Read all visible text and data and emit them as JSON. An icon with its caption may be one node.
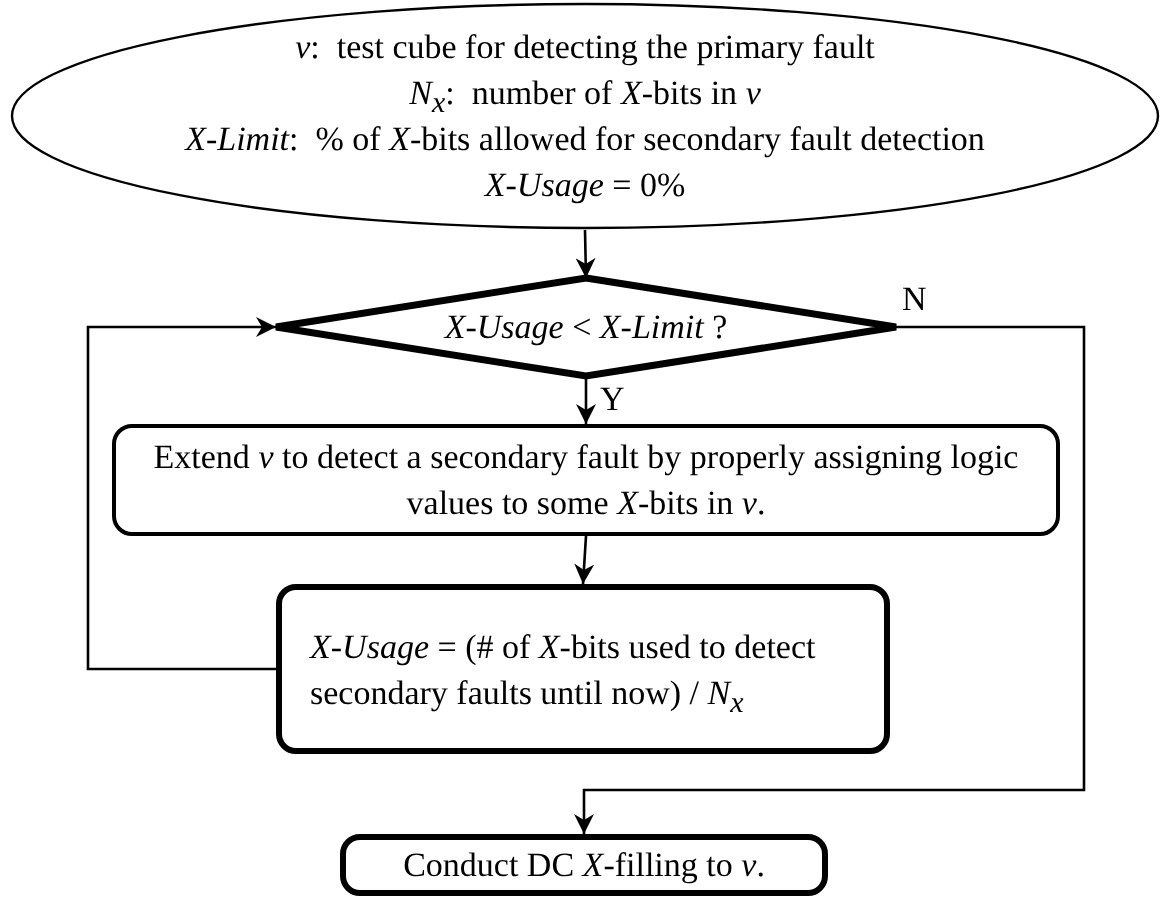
{
  "diagram": {
    "nodes": [
      {
        "text": [
          "*v*:  test cube for detecting the primary fault",
          "*N*$_{x}$:  number of *X*-bits in *v*",
          "*X-Limit*:  % of *X*-bits allowed for secondary fault detection",
          "*X-Usage* = 0%"
        ]
      },
      {
        "text": [
          "*X-Usage* < *X-Limit* ?"
        ]
      },
      {
        "text": [
          "Extend *v* to detect a secondary fault by properly assigning logic values to some *X*-bits in *v*."
        ]
      },
      {
        "text": [
          "*X-Usage* = (# of *X*-bits used to detect secondary faults until now) / *N*$_{x}$"
        ]
      },
      {
        "text": [
          "Conduct DC *X*-filling to *v*."
        ]
      }
    ],
    "edges": [
      {
        "from": 0,
        "to": 1,
        "arrow": "to"
      },
      {
        "from": 1,
        "to": 2,
        "arrow": "to",
        "label": "Y"
      },
      {
        "from": 2,
        "to": 3,
        "arrow": "to"
      },
      {
        "from": 3,
        "to": 1,
        "arrow": "to"
      },
      {
        "from": 1,
        "to": 4,
        "arrow": "to",
        "label": "N"
      }
    ]
  }
}
